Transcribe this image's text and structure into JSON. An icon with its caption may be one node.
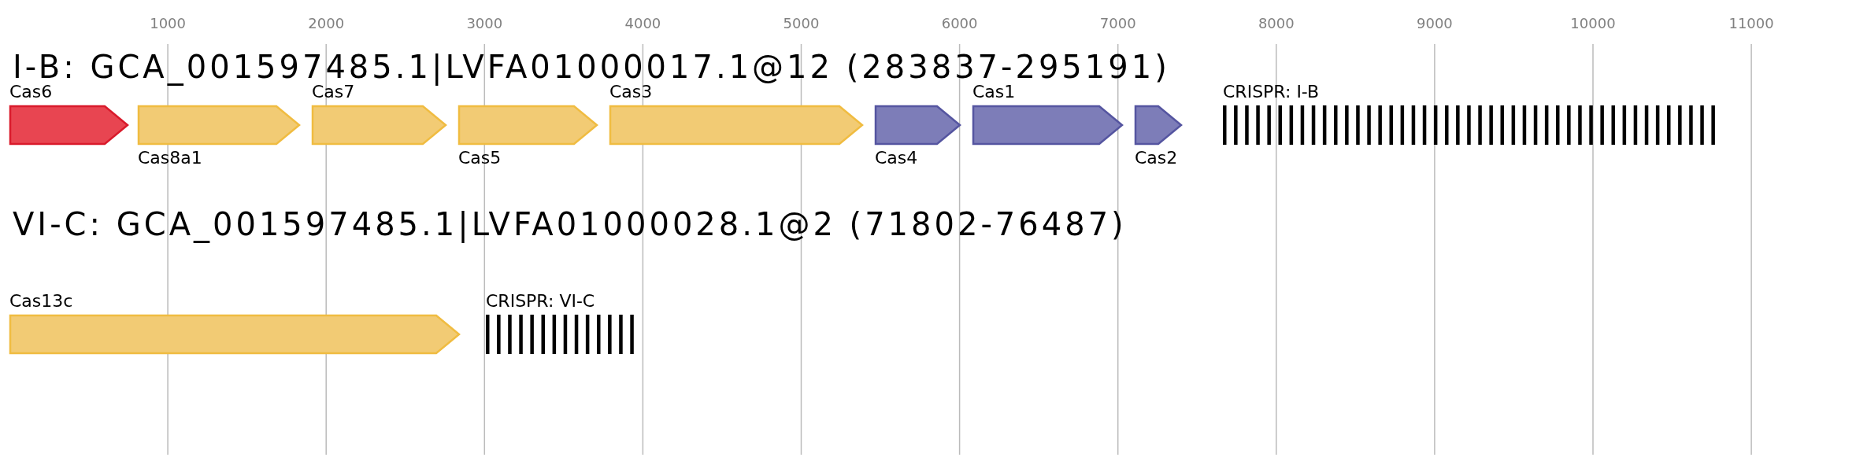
{
  "diagram": {
    "nodes": [
      {
        "text": [
          "Cas6"
        ]
      },
      {
        "text": [
          "Cas8a1"
        ]
      },
      {
        "text": [
          "Cas7"
        ]
      },
      {
        "text": [
          "Cas5"
        ]
      },
      {
        "text": [
          "Cas3"
        ]
      },
      {
        "text": [
          "Cas4"
        ]
      },
      {
        "text": [
          "Cas1"
        ]
      },
      {
        "text": [
          "Cas2"
        ]
      },
      {
        "text": [
          "CRISPR: I-B"
        ]
      },
      {
        "text": [
          "Cas13c"
        ]
      },
      {
        "text": [
          "CRISPR: VI-C"
        ]
      }
    ],
    "labels": [
      "1000",
      "2000",
      "3000",
      "4000",
      "5000",
      "6000",
      "7000",
      "8000",
      "9000",
      "10000",
      "11000",
      "I-B: GCA_001597485.1|LVFA01000017.1@12 (283837-295191)",
      "VI-C: GCA_001597485.1|LVFA01000028.1@2 (71802-76487)"
    ]
  }
}
